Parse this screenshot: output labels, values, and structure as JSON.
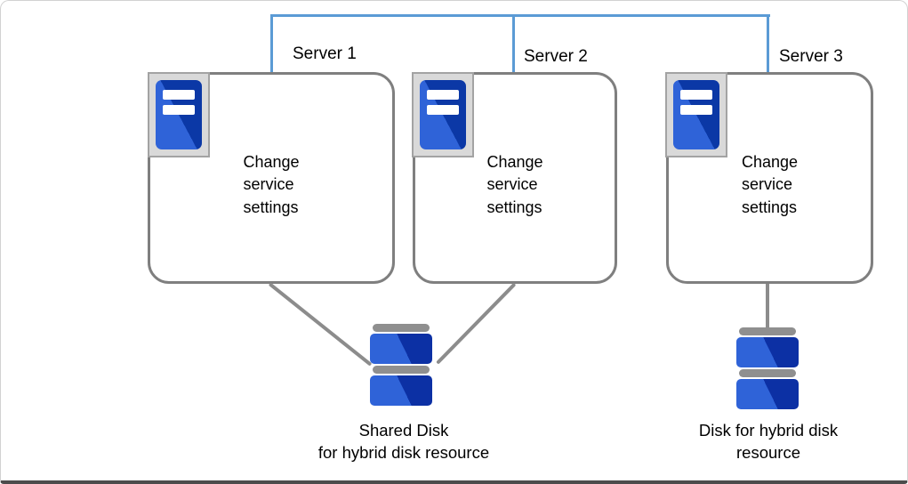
{
  "colors": {
    "network_line_blue": "#5b9bd5",
    "box_border_gray": "#7f7f7f",
    "connector_gray": "#8c8c8c",
    "server_blue_light": "#2f63d8",
    "server_blue_dark": "#0b38a6",
    "icon_tray_gray": "#d9d9d9",
    "disk_bar_gray": "#8f8f8f",
    "text": "#000000"
  },
  "servers": [
    {
      "label": "Server 1",
      "box_text": "Change\nservice\nsettings"
    },
    {
      "label": "Server 2",
      "box_text": "Change\nservice\nsettings"
    },
    {
      "label": "Server 3",
      "box_text": "Change\nservice\nsettings"
    }
  ],
  "storage": {
    "shared_disk_label": "Shared Disk\nfor hybrid disk resource",
    "hybrid_disk_label": "Disk for hybrid disk\nresource"
  }
}
